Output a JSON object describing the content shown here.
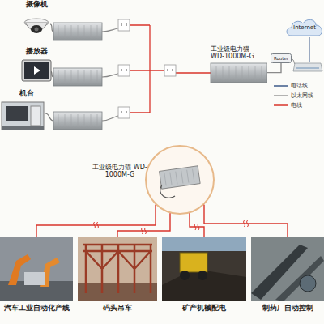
{
  "diagram": {
    "nodes": [
      {
        "text": [
          "摄像机"
        ]
      },
      {
        "text": [
          "播放器"
        ]
      },
      {
        "text": [
          "机台"
        ]
      },
      {
        "text": [
          "工业级电力猫 WD-1000M-G"
        ]
      },
      {
        "text": [
          "Router"
        ]
      },
      {
        "text": [
          "Internet"
        ]
      },
      {
        "text": [
          "工业级电力猫 WD-1000M-G"
        ]
      },
      {
        "text": [
          "汽车工业自动化产线"
        ]
      },
      {
        "text": [
          "码头吊车"
        ]
      },
      {
        "text": [
          "矿产机械配电"
        ]
      },
      {
        "text": [
          "制药厂自动控制"
        ]
      }
    ],
    "edges": [
      {
        "from": 3,
        "to": 4,
        "arrow": "none"
      },
      {
        "from": 6,
        "to": 7,
        "arrow": "none"
      },
      {
        "from": 6,
        "to": 8,
        "arrow": "none"
      },
      {
        "from": 6,
        "to": 9,
        "arrow": "none"
      },
      {
        "from": 6,
        "to": 10,
        "arrow": "none"
      }
    ],
    "legend": [
      {
        "text": "电话线"
      },
      {
        "text": "以太网线"
      },
      {
        "text": "电线"
      }
    ]
  }
}
